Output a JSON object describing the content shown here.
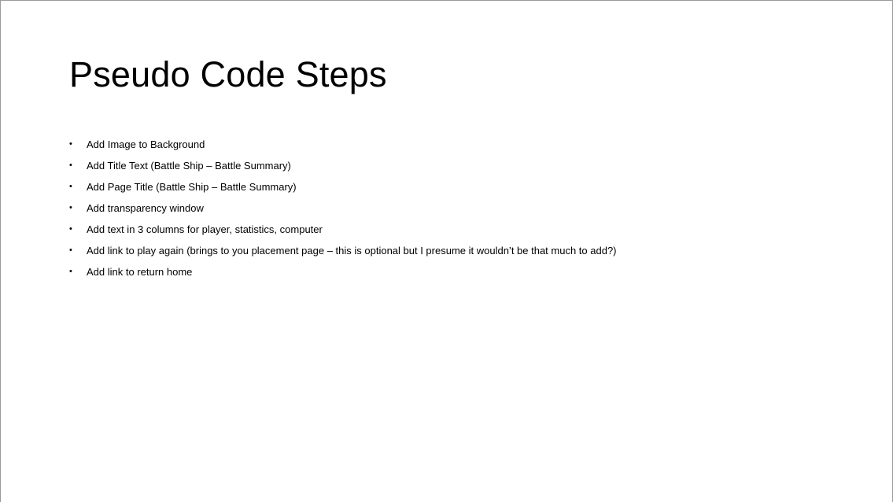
{
  "slide": {
    "title": "Pseudo Code Steps",
    "bullet_symbol": "•",
    "items": [
      "Add Image to Background",
      "Add Title Text (Battle Ship – Battle Summary)",
      "Add Page Title (Battle Ship – Battle Summary)",
      "Add transparency window",
      "Add text in 3 columns for player, statistics, computer",
      "Add link to play again (brings to you placement page – this is optional but I presume it wouldn’t be that much to add?)",
      "Add link to return home"
    ]
  }
}
